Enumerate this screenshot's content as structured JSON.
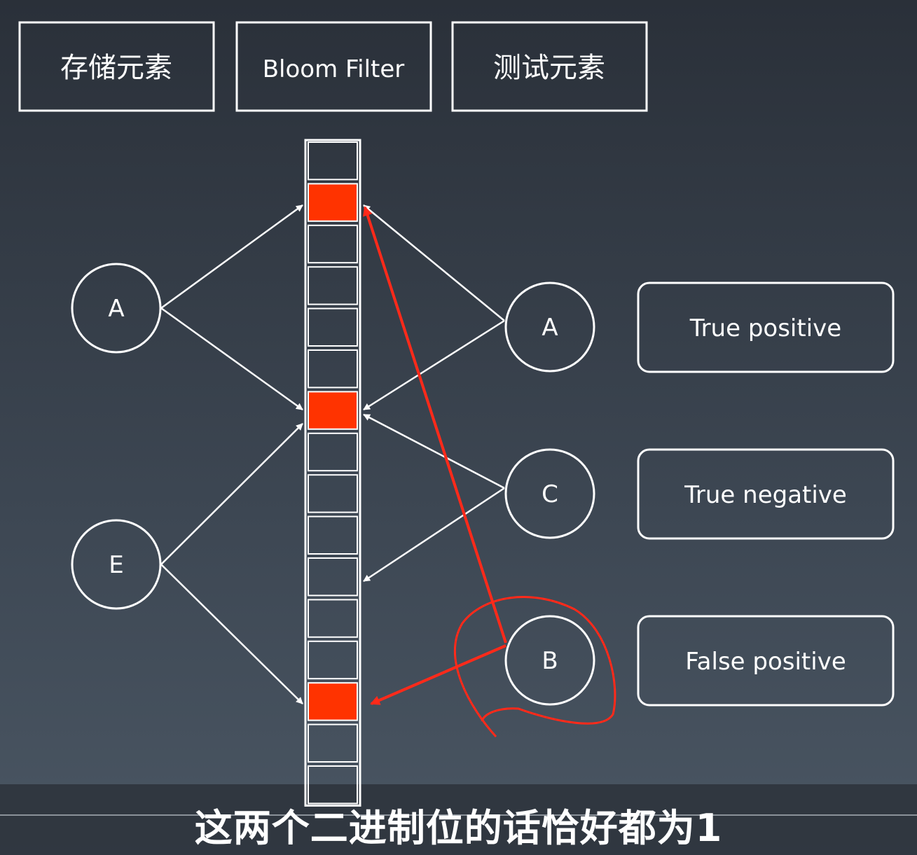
{
  "header_boxes": [
    "存储元素",
    "Bloom Filter",
    "测试元素"
  ],
  "stored_elements": [
    "A",
    "E"
  ],
  "test_elements": [
    "A",
    "C",
    "B"
  ],
  "results": [
    "True positive",
    "True negative",
    "False positive"
  ],
  "bit_array": {
    "cells": 16,
    "set_bits": [
      1,
      6,
      13
    ]
  },
  "colors": {
    "set_bit": "#ff3300",
    "annotation": "#ff2a1a",
    "line": "#ffffff"
  },
  "subtitle": "这两个二进制位的话恰好都为1"
}
